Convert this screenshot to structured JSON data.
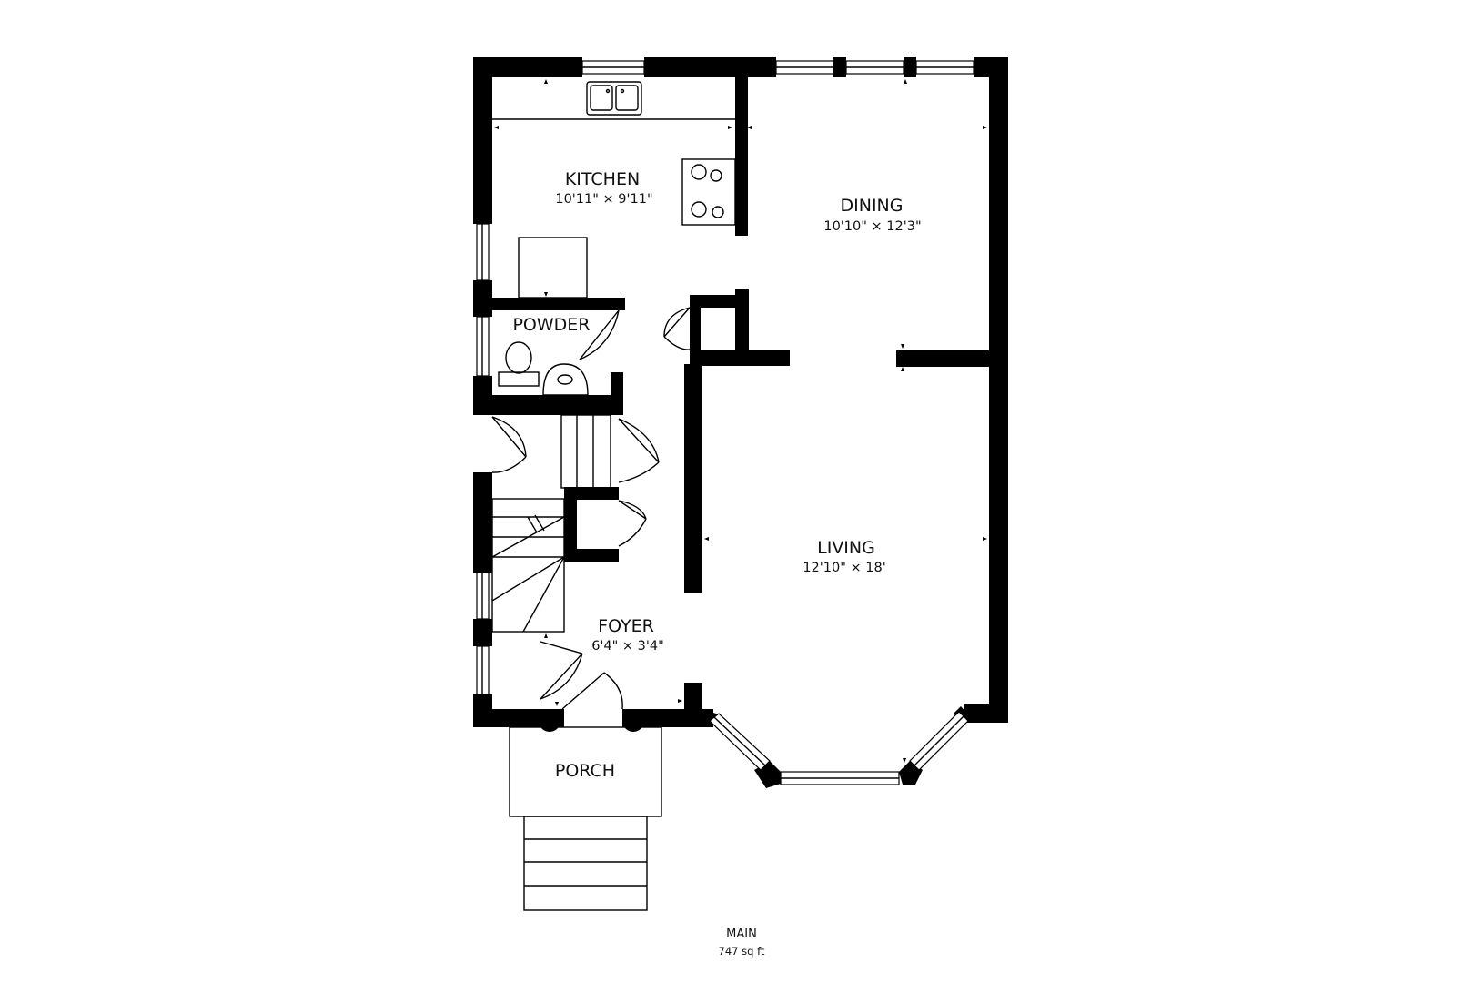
{
  "rooms": {
    "kitchen": {
      "name": "KITCHEN",
      "dims": "10'11\" × 9'11\""
    },
    "dining": {
      "name": "DINING",
      "dims": "10'10\" × 12'3\""
    },
    "powder": {
      "name": "POWDER"
    },
    "living": {
      "name": "LIVING",
      "dims": "12'10\" × 18'"
    },
    "foyer": {
      "name": "FOYER",
      "dims": "6'4\" × 3'4\""
    },
    "porch": {
      "name": "PORCH"
    }
  },
  "floor": {
    "name": "MAIN",
    "area": "747 sq ft"
  },
  "colors": {
    "wall": "#000000",
    "background": "#ffffff"
  }
}
